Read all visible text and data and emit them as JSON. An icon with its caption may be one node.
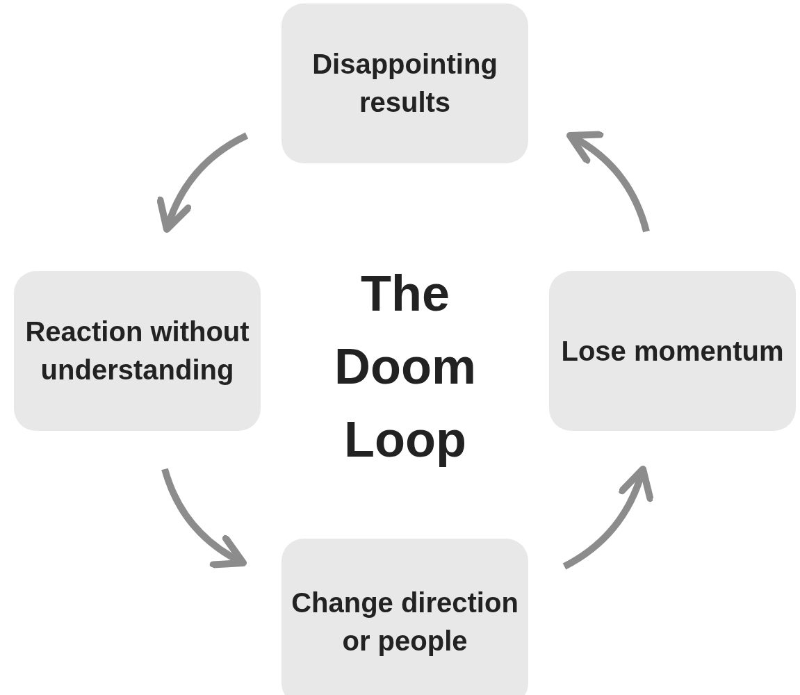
{
  "diagram": {
    "title": "The Doom Loop",
    "nodes": [
      {
        "text": [
          "Disappointing results"
        ]
      },
      {
        "text": [
          "Reaction without understanding"
        ]
      },
      {
        "text": [
          "Change direction or people"
        ]
      },
      {
        "text": [
          "Lose momentum"
        ]
      }
    ],
    "edges": [
      {
        "from": 0,
        "to": 1,
        "arrow": "to"
      },
      {
        "from": 1,
        "to": 2,
        "arrow": "to"
      },
      {
        "from": 2,
        "to": 3,
        "arrow": "to"
      },
      {
        "from": 3,
        "to": 0,
        "arrow": "to"
      }
    ]
  }
}
